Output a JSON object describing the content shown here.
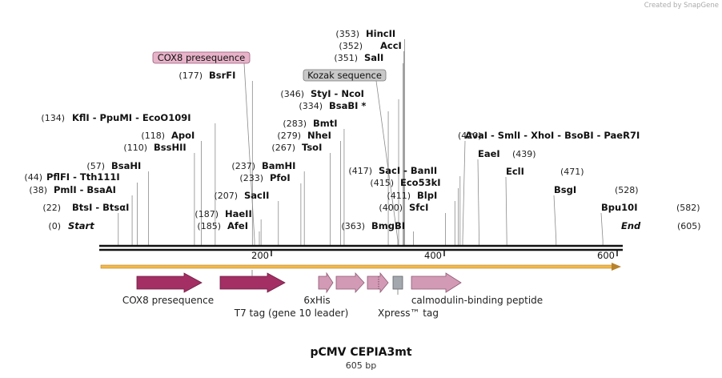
{
  "credit": "Created by SnapGene",
  "title": "pCMV CEPIA3mt",
  "length_label": "605 bp",
  "ticks": [
    "200",
    "400",
    "600"
  ],
  "sites": [
    {
      "id": "start",
      "pos": "(0)",
      "names": [
        "Start"
      ],
      "italic": true,
      "bp": 0
    },
    {
      "id": "btsi",
      "pos": "(22)",
      "names": [
        "BtsI",
        "BtsαI"
      ],
      "bp": 22
    },
    {
      "id": "pmli",
      "pos": "(38)",
      "names": [
        "PmlI",
        "BsaAI"
      ],
      "bp": 38
    },
    {
      "id": "pflfi",
      "pos": "(44)",
      "names": [
        "PflFI",
        "Tth111I"
      ],
      "bp": 44
    },
    {
      "id": "bsahi",
      "pos": "(57)",
      "names": [
        "BsaHI"
      ],
      "bp": 57
    },
    {
      "id": "bsshii",
      "pos": "(110)",
      "names": [
        "BssHII"
      ],
      "bp": 110
    },
    {
      "id": "apoi",
      "pos": "(118)",
      "names": [
        "ApoI"
      ],
      "bp": 118
    },
    {
      "id": "kfli",
      "pos": "(134)",
      "names": [
        "KflI",
        "PpuMI",
        "EcoO109I"
      ],
      "bp": 134
    },
    {
      "id": "bsrfi",
      "pos": "(177)",
      "names": [
        "BsrFI"
      ],
      "bp": 177
    },
    {
      "id": "afei",
      "pos": "(185)",
      "names": [
        "AfeI"
      ],
      "bp": 185
    },
    {
      "id": "haeii",
      "pos": "(187)",
      "names": [
        "HaeII"
      ],
      "bp": 187
    },
    {
      "id": "sacii",
      "pos": "(207)",
      "names": [
        "SacII"
      ],
      "bp": 207
    },
    {
      "id": "pfoi",
      "pos": "(233)",
      "names": [
        "PfoI"
      ],
      "bp": 233
    },
    {
      "id": "bamhi",
      "pos": "(237)",
      "names": [
        "BamHI"
      ],
      "bp": 237
    },
    {
      "id": "tsoi",
      "pos": "(267)",
      "names": [
        "TsoI"
      ],
      "bp": 267
    },
    {
      "id": "nhei",
      "pos": "(279)",
      "names": [
        "NheI"
      ],
      "bp": 279
    },
    {
      "id": "bmti",
      "pos": "(283)",
      "names": [
        "BmtI"
      ],
      "bp": 283
    },
    {
      "id": "bsabi",
      "pos": "(334)",
      "names": [
        "BsaBI *"
      ],
      "bp": 334
    },
    {
      "id": "styi",
      "pos": "(346)",
      "names": [
        "StyI",
        "NcoI"
      ],
      "bp": 346
    },
    {
      "id": "sali",
      "pos": "(351)",
      "names": [
        "SalI"
      ],
      "bp": 351
    },
    {
      "id": "acci",
      "pos": "(352)",
      "names": [
        "AccI"
      ],
      "bp": 352
    },
    {
      "id": "hincii",
      "pos": "(353)",
      "names": [
        "HincII"
      ],
      "bp": 353
    },
    {
      "id": "bmgbi",
      "pos": "(363)",
      "names": [
        "BmgBI"
      ],
      "bp": 363
    },
    {
      "id": "sfci",
      "pos": "(400)",
      "names": [
        "SfcI"
      ],
      "bp": 400
    },
    {
      "id": "blpi",
      "pos": "(411)",
      "names": [
        "BlpI"
      ],
      "bp": 411
    },
    {
      "id": "eco53ki",
      "pos": "(415)",
      "names": [
        "Eco53kI"
      ],
      "bp": 415
    },
    {
      "id": "saci",
      "pos": "(417)",
      "names": [
        "SacI",
        "BanII"
      ],
      "bp": 417
    },
    {
      "id": "avai",
      "pos": "(420)",
      "names": [
        "AvaI",
        "SmlI",
        "XhoI",
        "BsoBI",
        "PaeR7I"
      ],
      "bp": 420
    },
    {
      "id": "eaei",
      "pos": "(439)",
      "names": [
        "EaeI"
      ],
      "bp": 439
    },
    {
      "id": "ecli",
      "pos": "(471)",
      "names": [
        "EclI"
      ],
      "bp": 471
    },
    {
      "id": "bsgi",
      "pos": "(528)",
      "names": [
        "BsgI"
      ],
      "bp": 528
    },
    {
      "id": "bpu10i",
      "pos": "(582)",
      "names": [
        "Bpu10I"
      ],
      "bp": 582
    },
    {
      "id": "end",
      "pos": "(605)",
      "names": [
        "End"
      ],
      "italic": true,
      "bp": 605
    }
  ],
  "boxed_labels": [
    {
      "id": "cox8-box",
      "text": "COX8 presequence",
      "color": "#e7b3c9"
    },
    {
      "id": "kozak-box",
      "text": "Kozak sequence",
      "color": "#c8c8c8"
    }
  ],
  "features": [
    {
      "id": "cox8",
      "label": "COX8 presequence",
      "color": "#a32f64"
    },
    {
      "id": "t7",
      "label": "T7 tag (gene 10 leader)",
      "color": "#a32f64"
    },
    {
      "id": "his",
      "label": "6xHis",
      "color": "#d39ab5"
    },
    {
      "id": "xpress",
      "label": "Xpress™ tag",
      "color": "#d39ab5"
    },
    {
      "id": "cbp",
      "label": "calmodulin-binding peptide",
      "color": "#d39ab5"
    }
  ],
  "colors": {
    "orf": "#f2b94a",
    "backbone": "#111111",
    "kozak": "#a3a8ae"
  }
}
